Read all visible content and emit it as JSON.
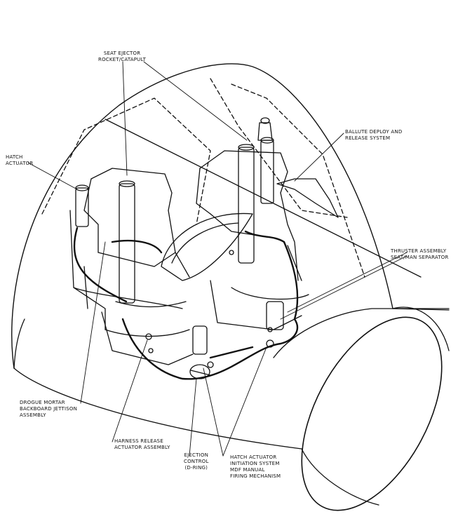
{
  "labels": {
    "seat_ejector": {
      "line1": "SEAT EJECTOR",
      "line2": "ROCKET/CATAPULT"
    },
    "hatch_actuator": {
      "line1": "HATCH",
      "line2": "ACTUATOR"
    },
    "ballute": {
      "line1": "BALLUTE DEPLOY AND",
      "line2": "RELEASE SYSTEM"
    },
    "thruster": {
      "line1": "THRUSTER ASSEMBLY",
      "line2": "SEAT/MAN SEPARATOR"
    },
    "drogue": {
      "line1": "DROGUE MORTAR",
      "line2": "BACKBOARD JETTISON",
      "line3": "ASSEMBLY"
    },
    "harness": {
      "line1": "HARNESS RELEASE",
      "line2": "ACTUATOR ASSEMBLY"
    },
    "ejection_control": {
      "line1": "EJECTION",
      "line2": "CONTROL",
      "line3": "(D-RING)"
    },
    "hatch_init": {
      "line1": "HATCH ACTUATOR",
      "line2": "INITIATION SYSTEM",
      "line3": "MDF  MANUAL",
      "line4": "FIRING  MECHANISM"
    }
  },
  "colors": {
    "ink": "#111111",
    "paper": "#ffffff"
  }
}
